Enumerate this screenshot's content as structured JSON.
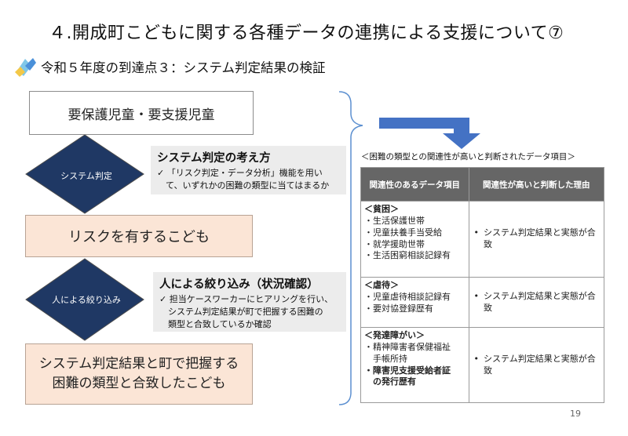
{
  "title": "４.開成町こどもに関する各種データの連携による支援について⑦",
  "subtitle": "令和５年度の到達点３：システム判定結果の検証",
  "flow": {
    "target_box": "要保護児童・要支援児童",
    "decision1": "システム判定",
    "system_title": "システム判定の考え方",
    "system_desc": "✓ 「リスク判定・データ分析」機能を用い\n　て、いずれかの困難の類型に当てはまるか",
    "risk_box": "リスクを有するこども",
    "decision2": "人による絞り込み",
    "human_title": "人による絞り込み（状況確認）",
    "human_desc": "✓ 担当ケースワーカーにヒアリングを行い、\n　システム判定結果が町で把握する困難の\n　類型と合致しているか確認",
    "match_box": "システム判定結果と町で把握する\n困難の類型と合致したこども"
  },
  "caption": "＜困難の類型との関連性が高いと判断されたデータ項目＞",
  "table": {
    "headers": [
      "関連性のあるデータ項目",
      "関連性が高いと判断した理由"
    ],
    "rows": [
      {
        "category": "＜貧困＞",
        "items": [
          "・生活保護世帯",
          "・児童扶養手当受給",
          "・就学援助世帯",
          "・生活困窮相談記録有"
        ],
        "reason_bullet": "•",
        "reason": "システム判定結果と実態が合致"
      },
      {
        "category": "＜虐待＞",
        "items": [
          "・児童虐待相談記録有",
          "・要対協登録歴有"
        ],
        "reason_bullet": "•",
        "reason": "システム判定結果と実態が合致"
      },
      {
        "category": "＜発達障がい＞",
        "items": [
          "・精神障害者保健福祉\n　手帳所持",
          "・障害児支援受給者証\n　の発行歴有"
        ],
        "reason_bullet": "•",
        "reason": "システム判定結果と実態が合致"
      }
    ]
  },
  "slide_number": "19",
  "colors": {
    "navy_diamond": "#1f3864",
    "peach_box": "#fbe5d6",
    "arrow_blue": "#4472c4",
    "bracket_blue": "#5b8fd0",
    "table_header": "#666666",
    "grey_box": "#ececec"
  }
}
